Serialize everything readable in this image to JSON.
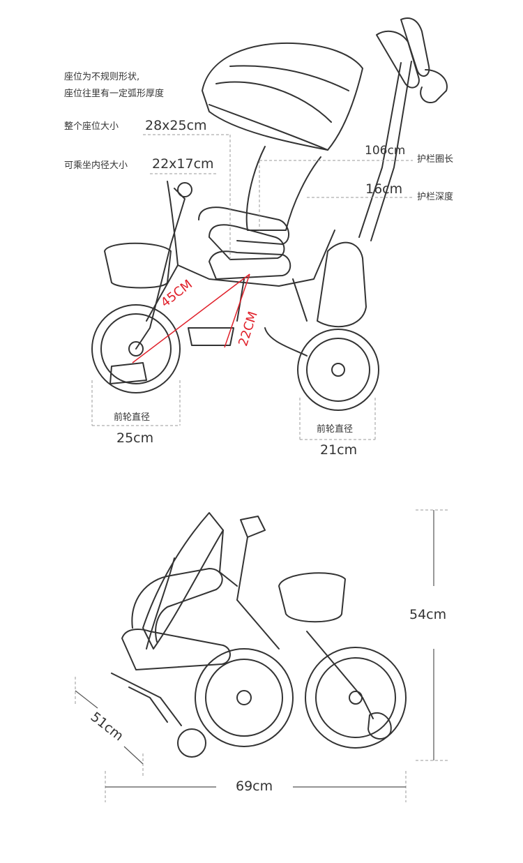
{
  "top_diagram": {
    "seat_note_line1": "座位为不规则形状,",
    "seat_note_line2": "座位往里有一定弧形厚度",
    "seat_size_label": "整个座位大小",
    "seat_size_value": "28x25cm",
    "inner_size_label": "可乘坐内径大小",
    "inner_size_value": "22x17cm",
    "guardrail_length_value": "106cm",
    "guardrail_length_label": "护栏圈长",
    "guardrail_depth_value": "16cm",
    "guardrail_depth_label": "护栏深度",
    "diagonal_value": "45CM",
    "seat_height_value": "22CM",
    "front_wheel_label": "前轮直径",
    "front_wheel_value": "25cm",
    "rear_wheel_label": "前轮直径",
    "rear_wheel_value": "21cm"
  },
  "bottom_diagram": {
    "height_value": "54cm",
    "width_value": "51cm",
    "length_value": "69cm"
  },
  "colors": {
    "line": "#333333",
    "accent": "#e0202a",
    "dash": "#999999"
  }
}
